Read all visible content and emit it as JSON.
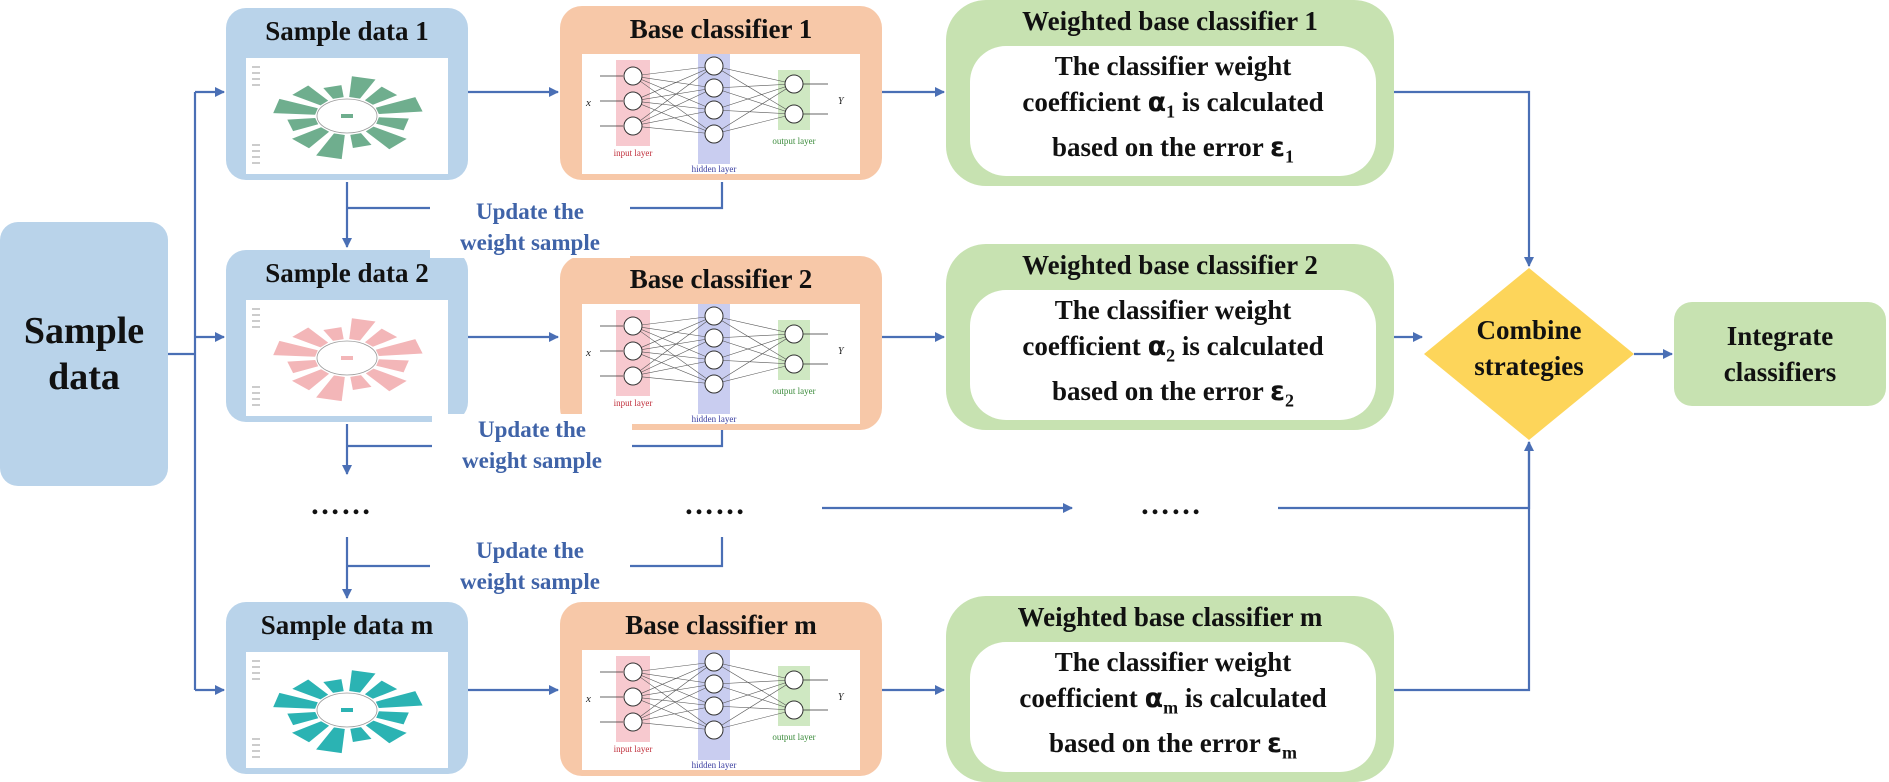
{
  "source": {
    "label": "Sample\ndata"
  },
  "samples": [
    {
      "title": "Sample data 1",
      "color": "#6fae8e"
    },
    {
      "title": "Sample data 2",
      "color": "#f3b6b8"
    },
    {
      "title": "Sample data m",
      "color": "#2bb3b3"
    }
  ],
  "base_classifiers": [
    {
      "title": "Base classifier 1"
    },
    {
      "title": "Base classifier 2"
    },
    {
      "title": "Base classifier m"
    }
  ],
  "nn_labels": {
    "input": "input layer",
    "hidden": "hidden layer",
    "output": "output layer",
    "x": "x",
    "y": "Y"
  },
  "weighted": [
    {
      "title": "Weighted base classifier 1",
      "line1": "The classifier weight",
      "line2a": "coefficient ",
      "alpha": "α",
      "sub": "1",
      "line2b": " is calculated",
      "line3a": "based on the error ",
      "eps": "ε",
      "eps_sub": "1"
    },
    {
      "title": "Weighted base classifier 2",
      "line1": "The classifier weight",
      "line2a": "coefficient ",
      "alpha": "α",
      "sub": "2",
      "line2b": " is calculated",
      "line3a": "based on the error ",
      "eps": "ε",
      "eps_sub": "2"
    },
    {
      "title": "Weighted base classifier m",
      "line1": "The classifier weight",
      "line2a": "coefficient ",
      "alpha": "α",
      "sub": "m",
      "line2b": " is calculated",
      "line3a": "based on the error ",
      "eps": "ε",
      "eps_sub": "m"
    }
  ],
  "update_label": "Update the\nweight sample",
  "ellipsis": "……",
  "combine": {
    "label": "Combine\nstrategies",
    "color": "#fdd55a"
  },
  "integrate": {
    "label": "Integrate\nclassifiers"
  },
  "colors": {
    "arrow": "#4a6fb5",
    "sample_box": "#b9d3ea",
    "base_box": "#f7c8a8",
    "weighted_box": "#c7e2b1"
  }
}
